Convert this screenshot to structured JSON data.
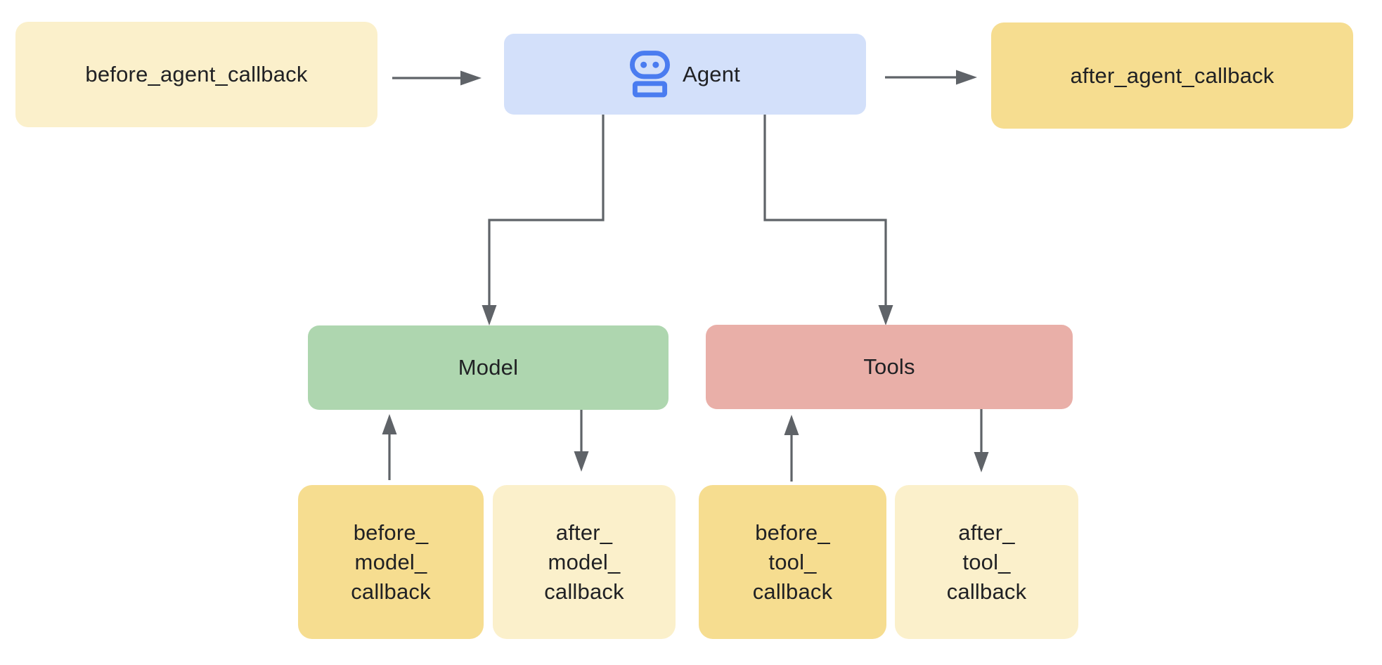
{
  "diagram": {
    "colors": {
      "light_yellow": "#fbf0cb",
      "dark_yellow": "#f6dd90",
      "agent_blue_bg": "#d3e0fa",
      "icon_blue": "#4a7cf0",
      "model_green": "#aed6af",
      "tools_salmon": "#e9afa8",
      "connector_gray": "#5f6368",
      "text_dark": "#202124"
    },
    "nodes": {
      "before_agent_callback": {
        "label": "before_agent_callback"
      },
      "agent": {
        "label": "Agent",
        "icon": "robot-icon"
      },
      "after_agent_callback": {
        "label": "after_agent_callback"
      },
      "model": {
        "label": "Model"
      },
      "tools": {
        "label": "Tools"
      },
      "before_model_callback": {
        "lines": [
          "before_",
          "model_",
          "callback"
        ]
      },
      "after_model_callback": {
        "lines": [
          "after_",
          "model_",
          "callback"
        ]
      },
      "before_tool_callback": {
        "lines": [
          "before_",
          "tool_",
          "callback"
        ]
      },
      "after_tool_callback": {
        "lines": [
          "after_",
          "tool_",
          "callback"
        ]
      }
    },
    "edges": [
      {
        "from": "before_agent_callback",
        "to": "agent"
      },
      {
        "from": "agent",
        "to": "after_agent_callback"
      },
      {
        "from": "agent",
        "to": "model"
      },
      {
        "from": "agent",
        "to": "tools"
      },
      {
        "from": "before_model_callback",
        "to": "model"
      },
      {
        "from": "model",
        "to": "after_model_callback"
      },
      {
        "from": "before_tool_callback",
        "to": "tools"
      },
      {
        "from": "tools",
        "to": "after_tool_callback"
      }
    ]
  }
}
